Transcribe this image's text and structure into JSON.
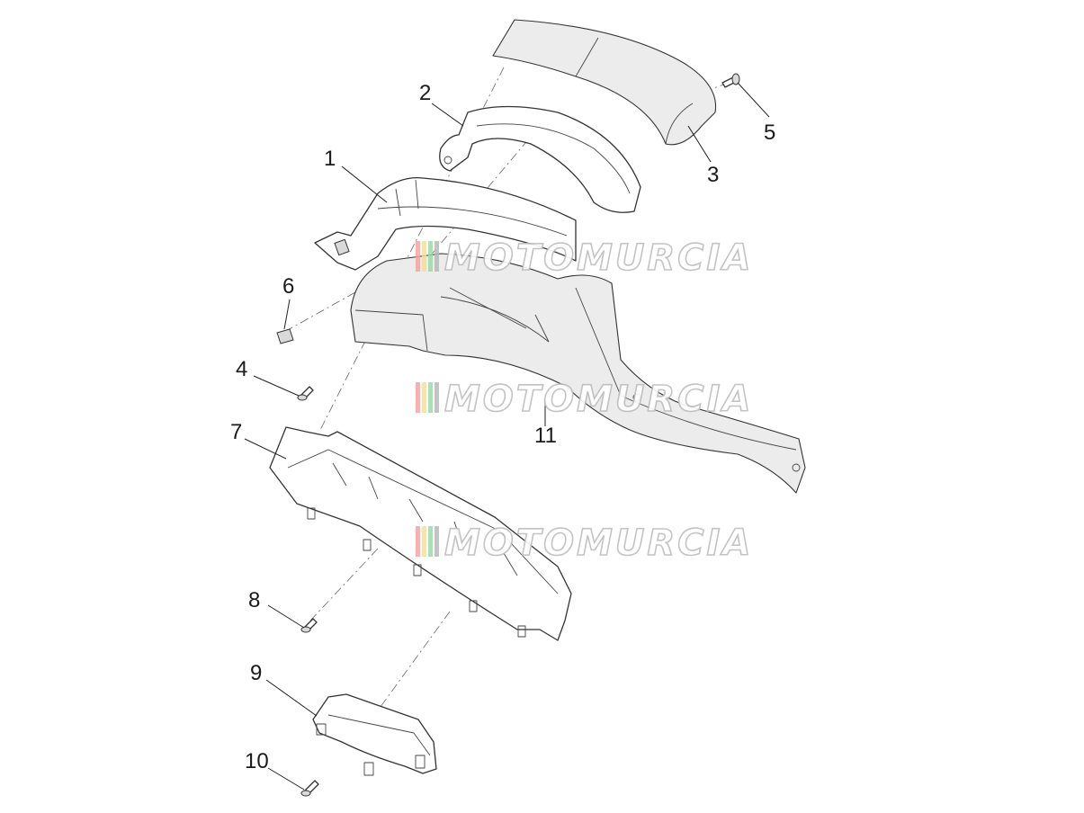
{
  "watermark": {
    "text": "MOTOMURCIA",
    "stripe_colors": [
      "#f4a3a3",
      "#f7e08a",
      "#9fd9a8",
      "#b9b9b9"
    ]
  },
  "parts": [
    {
      "number": "1"
    },
    {
      "number": "2"
    },
    {
      "number": "3"
    },
    {
      "number": "4"
    },
    {
      "number": "5"
    },
    {
      "number": "6"
    },
    {
      "number": "7"
    },
    {
      "number": "8"
    },
    {
      "number": "9"
    },
    {
      "number": "10"
    },
    {
      "number": "11"
    }
  ]
}
